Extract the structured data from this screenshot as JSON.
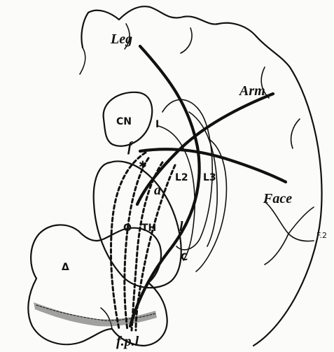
{
  "diagram": {
    "labels": {
      "leg": "Leg",
      "arm": "Arm",
      "face": "Face",
      "cn": "CN",
      "i": "I",
      "f": "f",
      "star": "✱",
      "a": "a",
      "l2": "L2",
      "l3": "L3",
      "o": "O",
      "th": "TH",
      "l": "l",
      "c": "C",
      "f2": "F.2",
      "delta": "Δ",
      "fpl": "f.p.l"
    }
  }
}
